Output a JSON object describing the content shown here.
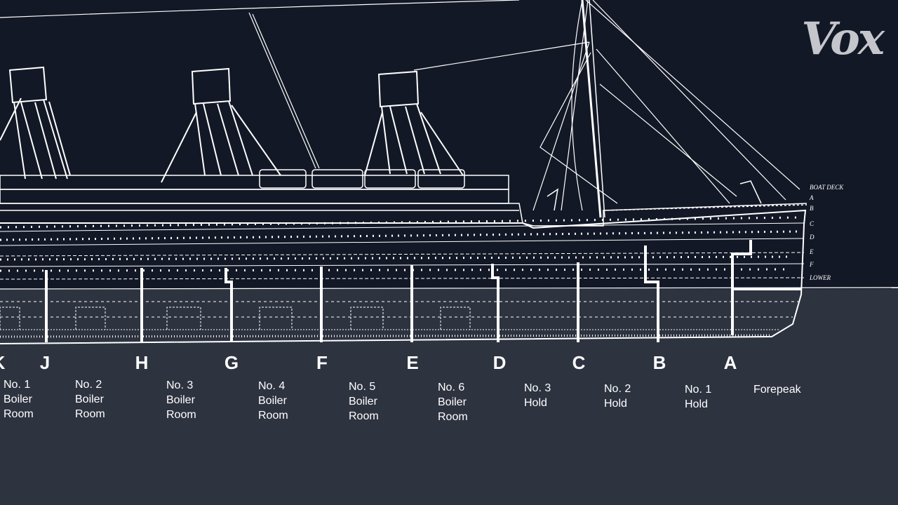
{
  "brand": {
    "logo": "Vox"
  },
  "deck_labels": [
    "BOAT DECK",
    "A",
    "B",
    "C",
    "D",
    "E",
    "F",
    "LOWER"
  ],
  "bulkheads": [
    "K",
    "J",
    "H",
    "G",
    "F",
    "E",
    "D",
    "C",
    "B",
    "A"
  ],
  "compartments": [
    {
      "lines": [
        "No. 1",
        "Boiler",
        "Room"
      ]
    },
    {
      "lines": [
        "No. 2",
        "Boiler",
        "Room"
      ]
    },
    {
      "lines": [
        "No. 3",
        "Boiler",
        "Room"
      ]
    },
    {
      "lines": [
        "No. 4",
        "Boiler",
        "Room"
      ]
    },
    {
      "lines": [
        "No. 5",
        "Boiler",
        "Room"
      ]
    },
    {
      "lines": [
        "No. 6",
        "Boiler",
        "Room"
      ]
    },
    {
      "lines": [
        "No. 3",
        "Hold"
      ]
    },
    {
      "lines": [
        "No. 2",
        "Hold"
      ]
    },
    {
      "lines": [
        "No. 1",
        "Hold"
      ]
    },
    {
      "lines": [
        "Forepeak"
      ]
    }
  ],
  "colors": {
    "background": "#131826",
    "sea": "#2e3340",
    "lines": "#ffffff",
    "logo": "#c4c6cc"
  }
}
